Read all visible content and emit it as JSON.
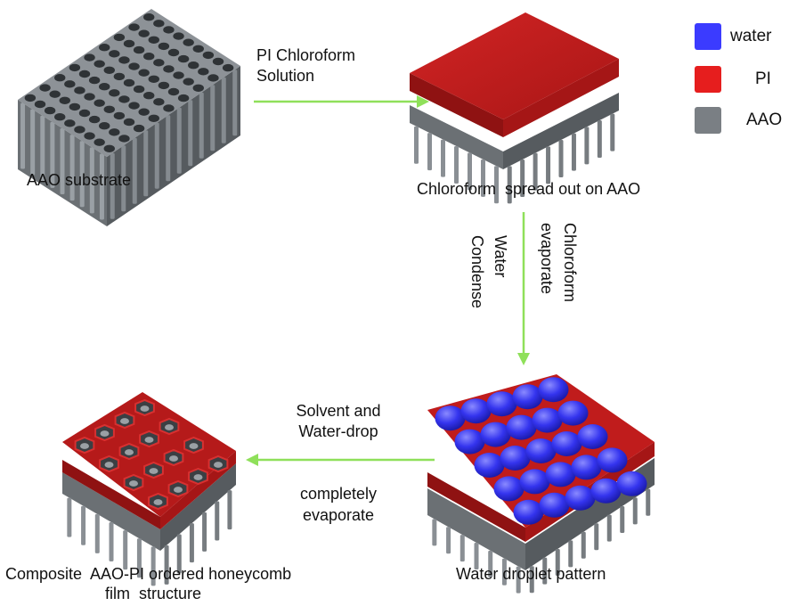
{
  "legend": [
    {
      "label": "water",
      "color": "#3b3bff"
    },
    {
      "label": "PI",
      "color": "#e61e1e"
    },
    {
      "label": "AAO",
      "color": "#7a7f84"
    }
  ],
  "colors": {
    "arrow": "#8fe05a",
    "aao_top": "#8a8f94",
    "aao_side": "#5f6468",
    "pi_top": "#c81e1e",
    "pi_side": "#8f1212",
    "water": "#3535ee"
  },
  "stages": {
    "aao_substrate": "AAO substrate",
    "chloroform_spread": "Chloroform  spread out on AAO",
    "water_droplet": "Water droplet pattern",
    "composite_line1": "Composite  AAO-PI ordered honeycomb",
    "composite_line2": "film  structure"
  },
  "arrows": {
    "pi_solution_line1": "PI Chloroform",
    "pi_solution_line2": "Solution",
    "water_condense_line1": "Water",
    "water_condense_line2": "Condense",
    "chloroform_evap_line1": "Chloroform",
    "chloroform_evap_line2": "evaporate",
    "solvent_line1": "Solvent and",
    "solvent_line2": "Water-drop",
    "complete_line1": "completely",
    "complete_line2": "evaporate"
  }
}
